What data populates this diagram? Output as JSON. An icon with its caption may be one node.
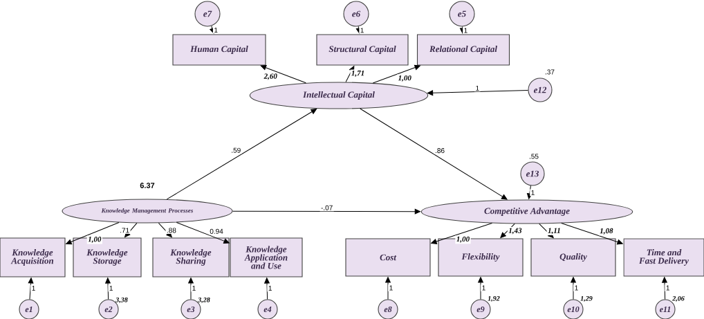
{
  "diagram": {
    "nodes": [
      {
        "text": [
          "e7"
        ]
      },
      {
        "text": [
          "e6"
        ]
      },
      {
        "text": [
          "e5"
        ]
      },
      {
        "text": [
          "Human Capital"
        ]
      },
      {
        "text": [
          "Structural Capital"
        ]
      },
      {
        "text": [
          "Relational Capital"
        ]
      },
      {
        "text": [
          "Intellectual Capital"
        ]
      },
      {
        "text": [
          "e12"
        ],
        "beside": [
          ".37"
        ]
      },
      {
        "text": [
          "Knowledge Management Processes"
        ],
        "beside": [
          "6.37"
        ]
      },
      {
        "text": [
          "e13"
        ],
        "beside": [
          ".55"
        ]
      },
      {
        "text": [
          "Competitive Advantage"
        ]
      },
      {
        "text": [
          "Knowledge Acquisition"
        ]
      },
      {
        "text": [
          "Knowledge Storage"
        ]
      },
      {
        "text": [
          "Knowledge Sharing"
        ]
      },
      {
        "text": [
          "Knowledge Application and Use"
        ]
      },
      {
        "text": [
          "Cost"
        ]
      },
      {
        "text": [
          "Flexibility"
        ]
      },
      {
        "text": [
          "Quality"
        ]
      },
      {
        "text": [
          "Time and Fast Delivery"
        ]
      },
      {
        "text": [
          "e1"
        ]
      },
      {
        "text": [
          "e2"
        ],
        "beside": [
          "3,38"
        ]
      },
      {
        "text": [
          "e3"
        ],
        "beside": [
          "3,28"
        ]
      },
      {
        "text": [
          "e4"
        ]
      },
      {
        "text": [
          "e8"
        ]
      },
      {
        "text": [
          "e9"
        ],
        "beside": [
          "1,92"
        ]
      },
      {
        "text": [
          "e10"
        ],
        "beside": [
          "1,29"
        ]
      },
      {
        "text": [
          "e11"
        ],
        "beside": [
          "2,06"
        ]
      }
    ],
    "edges": [
      {
        "from": 0,
        "to": 3,
        "arrow": "to",
        "label": "1"
      },
      {
        "from": 1,
        "to": 4,
        "arrow": "to",
        "label": "1"
      },
      {
        "from": 2,
        "to": 5,
        "arrow": "to",
        "label": "1"
      },
      {
        "from": 6,
        "to": 3,
        "arrow": "to",
        "label": "2,60"
      },
      {
        "from": 6,
        "to": 4,
        "arrow": "to",
        "label": "1,71"
      },
      {
        "from": 6,
        "to": 5,
        "arrow": "to",
        "label": "1,00"
      },
      {
        "from": 7,
        "to": 6,
        "arrow": "to",
        "label": "1"
      },
      {
        "from": 8,
        "to": 6,
        "arrow": "to",
        "label": ".59"
      },
      {
        "from": 6,
        "to": 10,
        "arrow": "to",
        "label": ".86"
      },
      {
        "from": 8,
        "to": 10,
        "arrow": "to",
        "label": "-.07"
      },
      {
        "from": 9,
        "to": 10,
        "arrow": "to",
        "label": "1"
      },
      {
        "from": 8,
        "to": 11,
        "arrow": "to",
        "label": "1,00"
      },
      {
        "from": 8,
        "to": 12,
        "arrow": "to",
        "label": ".71"
      },
      {
        "from": 8,
        "to": 13,
        "arrow": "to",
        "label": ".88"
      },
      {
        "from": 8,
        "to": 14,
        "arrow": "to",
        "label": "0.94"
      },
      {
        "from": 10,
        "to": 15,
        "arrow": "to",
        "label": "1,00"
      },
      {
        "from": 10,
        "to": 16,
        "arrow": "to",
        "label": "1,43"
      },
      {
        "from": 10,
        "to": 17,
        "arrow": "to",
        "label": "1,11"
      },
      {
        "from": 10,
        "to": 18,
        "arrow": "to",
        "label": "1,08"
      },
      {
        "from": 19,
        "to": 11,
        "arrow": "to",
        "label": "1"
      },
      {
        "from": 20,
        "to": 12,
        "arrow": "to",
        "label": "1"
      },
      {
        "from": 21,
        "to": 13,
        "arrow": "to",
        "label": "1"
      },
      {
        "from": 22,
        "to": 14,
        "arrow": "to",
        "label": "1"
      },
      {
        "from": 23,
        "to": 15,
        "arrow": "to",
        "label": "1"
      },
      {
        "from": 24,
        "to": 16,
        "arrow": "to",
        "label": "1"
      },
      {
        "from": 25,
        "to": 17,
        "arrow": "to",
        "label": "1"
      },
      {
        "from": 26,
        "to": 18,
        "arrow": "to",
        "label": "1"
      }
    ]
  }
}
